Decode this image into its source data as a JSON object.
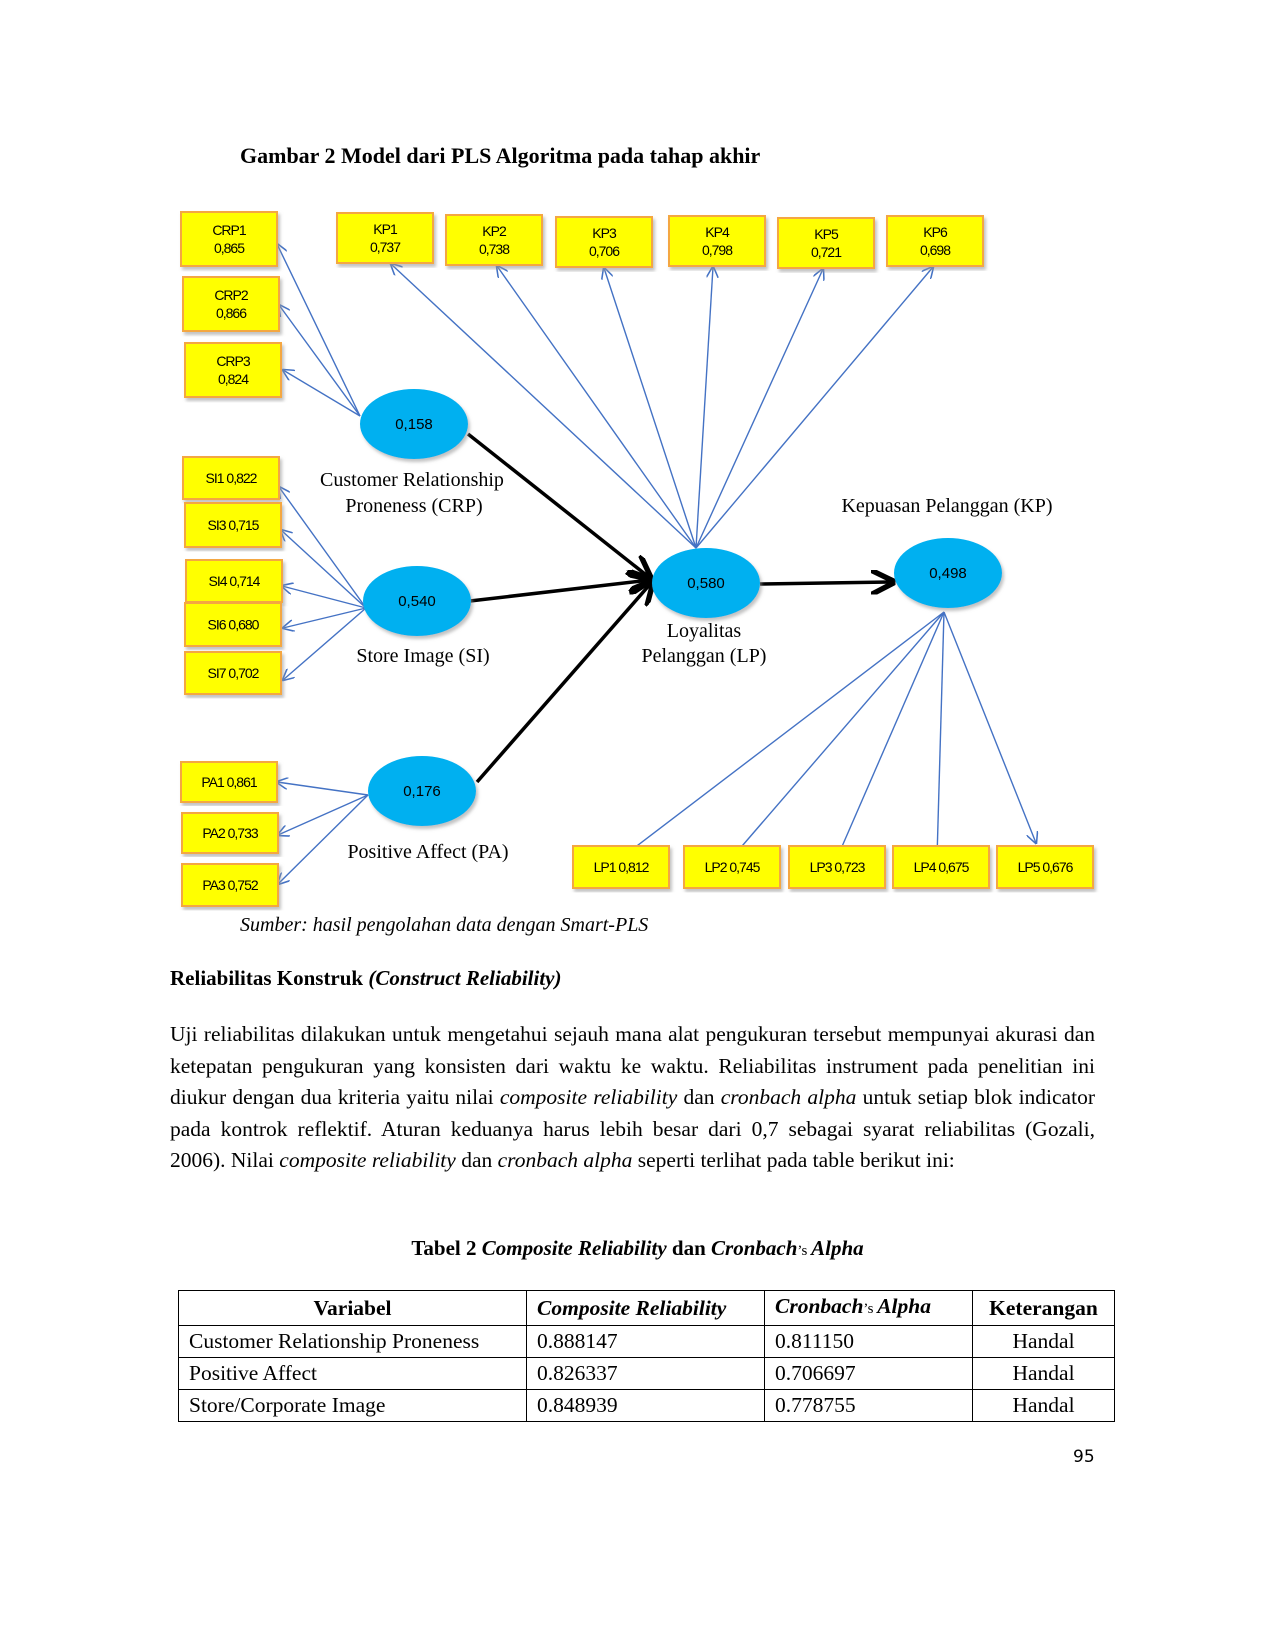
{
  "figure": {
    "title": "Gambar 2 Model dari PLS Algoritma pada tahap akhir",
    "latent": {
      "CRP": {
        "value": "0,158",
        "label1": "Customer Relationship",
        "label2": "Proneness (CRP)"
      },
      "SI": {
        "value": "0,540",
        "label1": "Store Image (SI)"
      },
      "PA": {
        "value": "0,176",
        "label1": "Positive Affect (PA)"
      },
      "LP": {
        "value": "0,580",
        "label1": "Loyalitas",
        "label2": "Pelanggan (LP)"
      },
      "KP": {
        "value": "0,498",
        "label1": "Kepuasan Pelanggan (KP)"
      }
    },
    "indicators": {
      "CRP1": {
        "name": "CRP1",
        "loading": "0,865"
      },
      "CRP2": {
        "name": "CRP2",
        "loading": "0,866"
      },
      "CRP3": {
        "name": "CRP3",
        "loading": "0,824"
      },
      "KP1": {
        "name": "KP1",
        "loading": "0,737"
      },
      "KP2": {
        "name": "KP2",
        "loading": "0,738"
      },
      "KP3": {
        "name": "KP3",
        "loading": "0,706"
      },
      "KP4": {
        "name": "KP4",
        "loading": "0,798"
      },
      "KP5": {
        "name": "KP5",
        "loading": "0,721"
      },
      "KP6": {
        "name": "KP6",
        "loading": "0,698"
      },
      "SI1": {
        "name": "SI1",
        "loading": "0,822"
      },
      "SI3": {
        "name": "SI3",
        "loading": "0,715"
      },
      "SI4": {
        "name": "SI4",
        "loading": "0,714"
      },
      "SI6": {
        "name": "SI6",
        "loading": "0,680"
      },
      "SI7": {
        "name": "SI7",
        "loading": "0,702"
      },
      "PA1": {
        "name": "PA1",
        "loading": "0,861"
      },
      "PA2": {
        "name": "PA2",
        "loading": "0,733"
      },
      "PA3": {
        "name": "PA3",
        "loading": "0,752"
      },
      "LP1": {
        "name": "LP1",
        "loading": "0,812"
      },
      "LP2": {
        "name": "LP2",
        "loading": "0,745"
      },
      "LP3": {
        "name": "LP3",
        "loading": "0,723"
      },
      "LP4": {
        "name": "LP4",
        "loading": "0,675"
      },
      "LP5": {
        "name": "LP5",
        "loading": "0,676"
      }
    },
    "colors": {
      "indicator_fill": "#ffff00",
      "indicator_border": "#f4a742",
      "latent_fill": "#00b0f0",
      "outer_line": "#4472c4",
      "inner_line": "#000000"
    },
    "source": "Sumber: hasil pengolahan data dengan Smart-PLS"
  },
  "section": {
    "heading_bold": "Reliabilitas Konstruk ",
    "heading_italic": "(Construct Reliability)"
  },
  "paragraph": [
    {
      "t": "Uji reliabilitas dilakukan untuk mengetahui sejauh mana alat pengukuran tersebut mempunyai akurasi dan ketepatan pengukuran yang konsisten dari waktu ke waktu. Reliabilitas instrument pada penelitian ini diukur dengan dua kriteria yaitu nilai ",
      "i": false
    },
    {
      "t": "composite reliability",
      "i": true
    },
    {
      "t": " dan ",
      "i": false
    },
    {
      "t": "cronbach alpha",
      "i": true
    },
    {
      "t": " untuk setiap blok indicator pada kontrok reflektif. Aturan keduanya harus lebih besar dari 0,7 sebagai syarat reliabilitas (Gozali, 2006). Nilai ",
      "i": false
    },
    {
      "t": "composite reliability",
      "i": true
    },
    {
      "t": " dan ",
      "i": false
    },
    {
      "t": "cronbach alpha",
      "i": true
    },
    {
      "t": " seperti terlihat pada table berikut ini:",
      "i": false
    }
  ],
  "table": {
    "caption": {
      "prefix": "Tabel 2 ",
      "cr": "Composite Reliability",
      "and": " dan ",
      "cb": "Cronbach",
      "apos": "’s ",
      "alpha": "Alpha"
    },
    "headers": {
      "variabel": "Variabel",
      "cr": "Composite Reliability",
      "cb": "Cronbach",
      "cb_apos": "’s ",
      "cb_alpha": "Alpha",
      "ket": "Keterangan"
    },
    "rows": [
      [
        "Customer Relationship Proneness",
        "0.888147",
        "0.811150",
        "Handal"
      ],
      [
        "Positive Affect",
        "0.826337",
        "0.706697",
        "Handal"
      ],
      [
        "Store/Corporate Image",
        "0.848939",
        "0.778755",
        "Handal"
      ]
    ]
  },
  "page_number": "95"
}
